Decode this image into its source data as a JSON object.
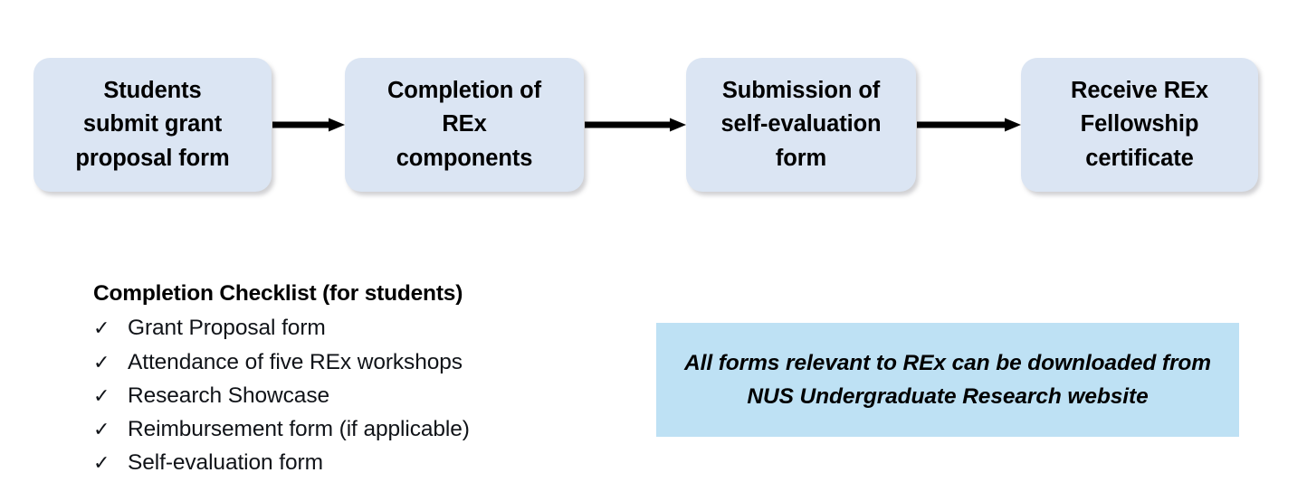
{
  "flow": {
    "steps": [
      {
        "id": "grant-proposal",
        "label": "Students\nsubmit grant\nproposal form"
      },
      {
        "id": "rex-components",
        "label": "Completion of\nREx\ncomponents"
      },
      {
        "id": "self-evaluation",
        "label": "Submission of\nself-evaluation\nform"
      },
      {
        "id": "fellowship-certificate",
        "label": "Receive REx\nFellowship\ncertificate"
      }
    ],
    "connector_icon": "arrow-right-icon",
    "box_fill_color": "#dbe5f3",
    "arrow_color": "#000000"
  },
  "checklist": {
    "title": "Completion Checklist (for students)",
    "bullet_icon": "check-mark-icon",
    "bullet_glyph": "✓",
    "items": [
      {
        "label": "Grant Proposal form"
      },
      {
        "label": "Attendance of five REx workshops"
      },
      {
        "label": "Research Showcase"
      },
      {
        "label": "Reimbursement form (if applicable)"
      },
      {
        "label": "Self-evaluation form"
      }
    ]
  },
  "callout": {
    "text": "All forms relevant to REx can be downloaded from NUS Undergraduate Research website",
    "background_color": "#bee1f4",
    "text_color": "#000000"
  }
}
